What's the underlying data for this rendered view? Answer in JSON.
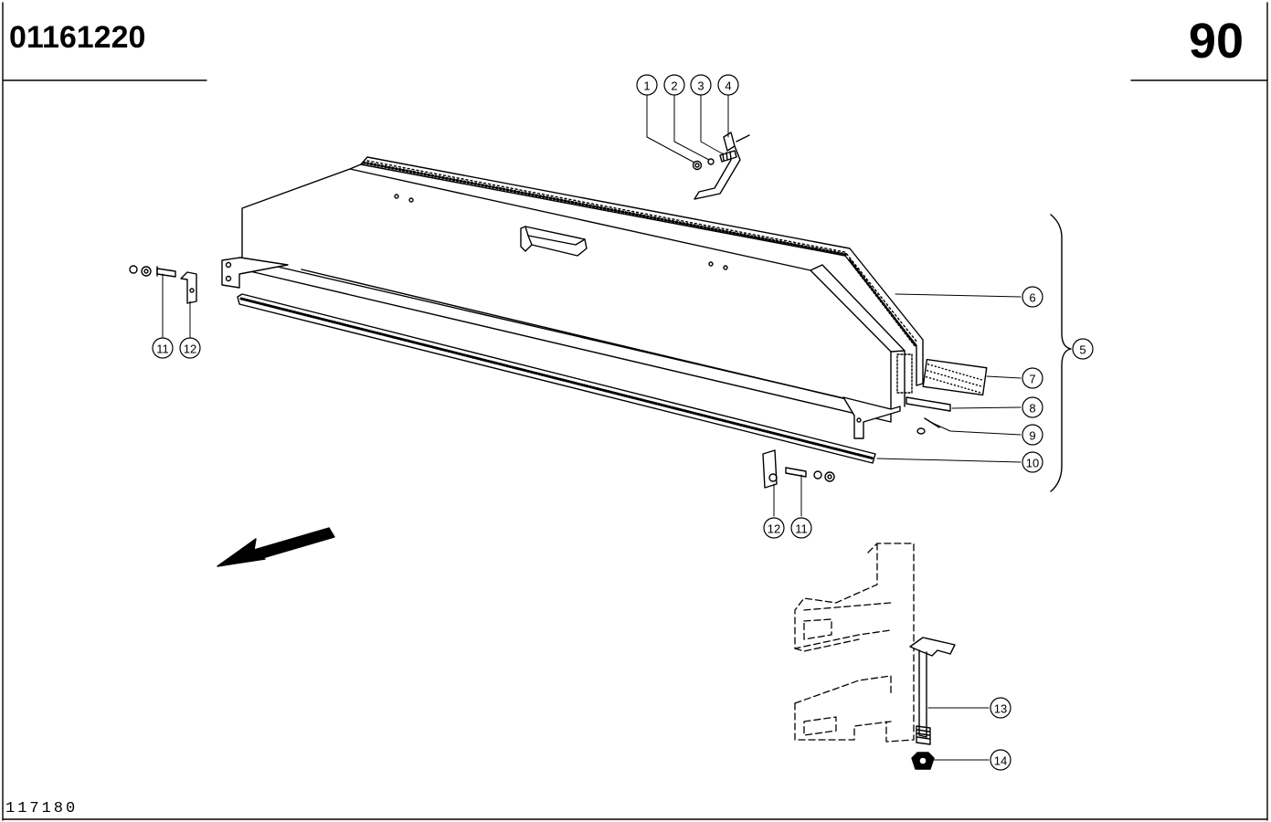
{
  "header": {
    "document_number": "01161220",
    "page_number": "90"
  },
  "footer": {
    "drawing_number": "117180"
  },
  "callouts": {
    "c1": "1",
    "c2": "2",
    "c3": "3",
    "c4": "4",
    "c5": "5",
    "c6": "6",
    "c7": "7",
    "c8": "8",
    "c9": "9",
    "c10": "10",
    "c11a": "11",
    "c12a": "12",
    "c12b": "12",
    "c11b": "11",
    "c13": "13",
    "c14": "14"
  },
  "colors": {
    "ink": "#000000",
    "paper": "#ffffff"
  },
  "icons": {
    "direction": "direction-arrow-icon"
  }
}
